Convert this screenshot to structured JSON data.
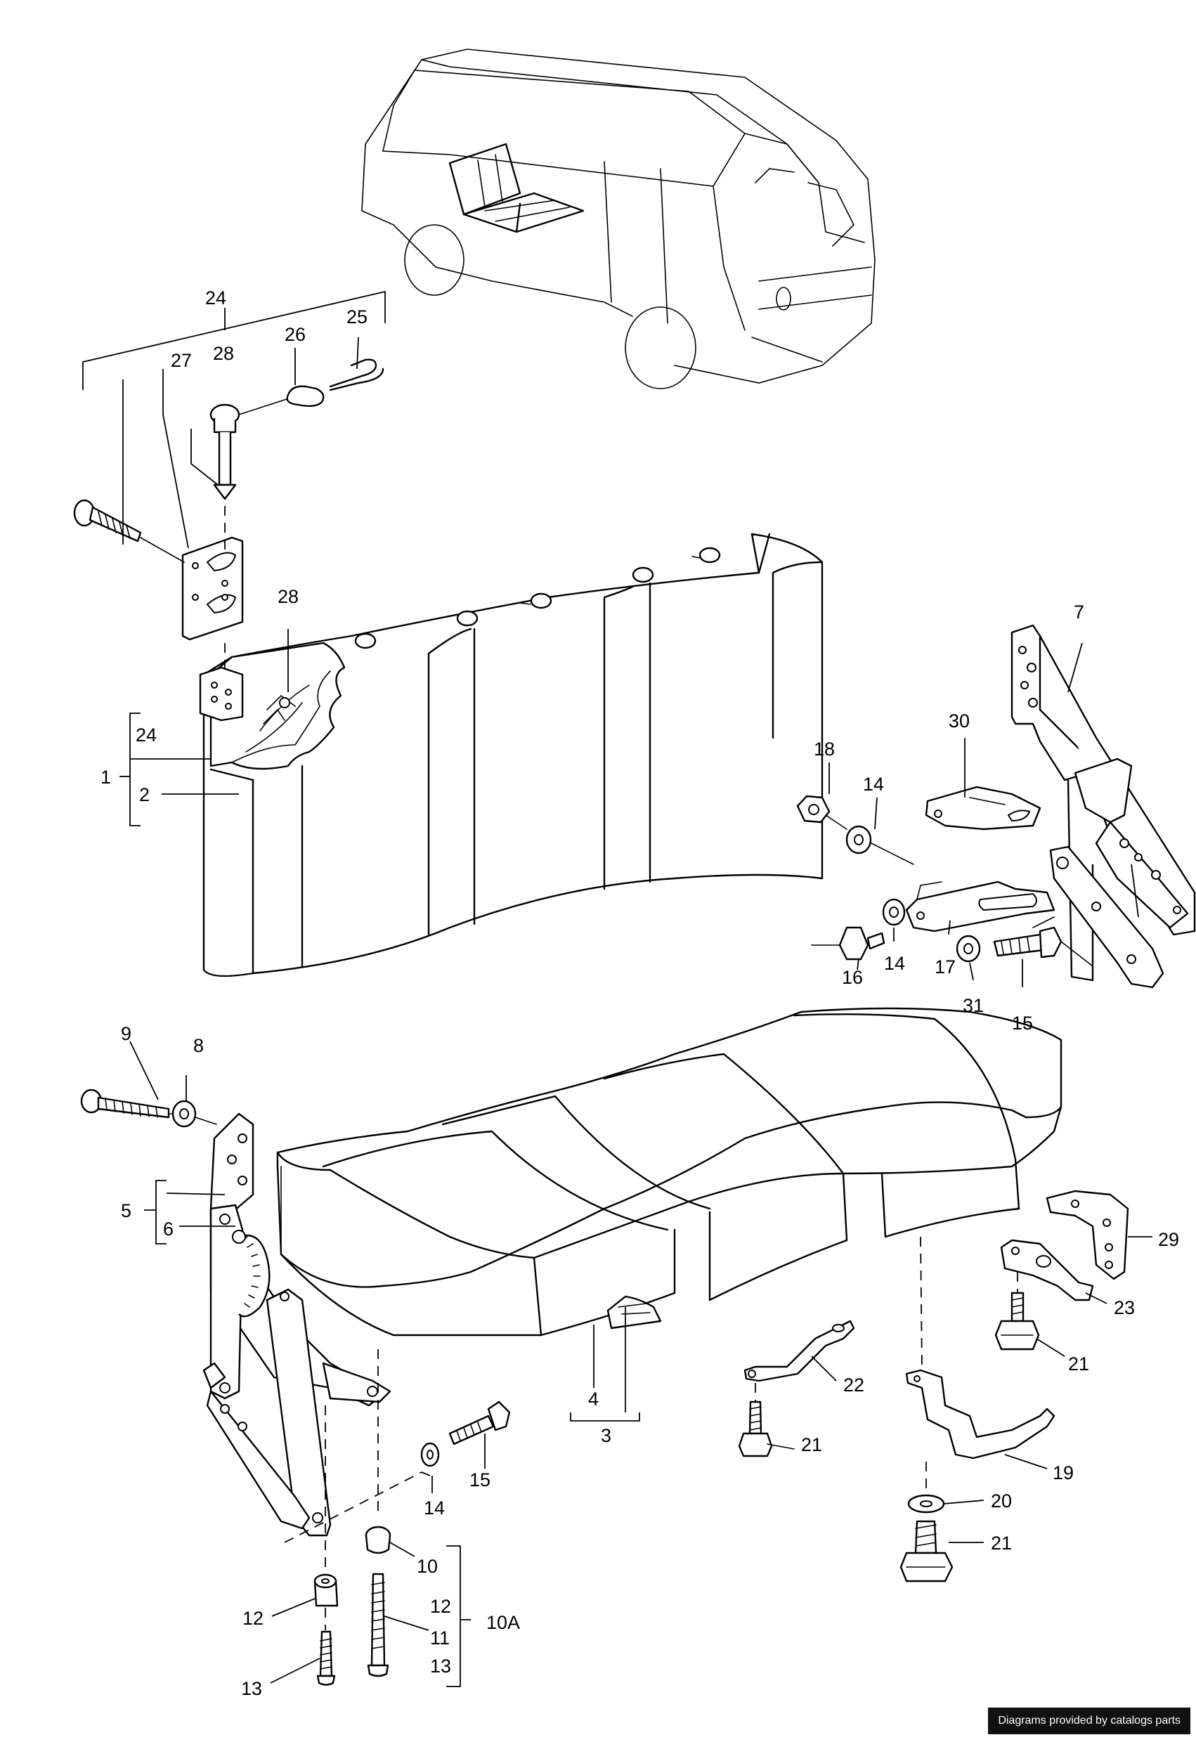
{
  "credit": "Diagrams provided by catalogs parts",
  "callouts": [
    {
      "id": "c24a",
      "text": "24"
    },
    {
      "id": "c25",
      "text": "25"
    },
    {
      "id": "c26",
      "text": "26"
    },
    {
      "id": "c27",
      "text": "27"
    },
    {
      "id": "c28a",
      "text": "28"
    },
    {
      "id": "c28b",
      "text": "28"
    },
    {
      "id": "c24b",
      "text": "24"
    },
    {
      "id": "c1",
      "text": "1"
    },
    {
      "id": "c2",
      "text": "2"
    },
    {
      "id": "c7",
      "text": "7"
    },
    {
      "id": "c30",
      "text": "30"
    },
    {
      "id": "c18",
      "text": "18"
    },
    {
      "id": "c14a",
      "text": "14"
    },
    {
      "id": "c14b",
      "text": "14"
    },
    {
      "id": "c16",
      "text": "16"
    },
    {
      "id": "c17",
      "text": "17"
    },
    {
      "id": "c31",
      "text": "31"
    },
    {
      "id": "c15a",
      "text": "15"
    },
    {
      "id": "c9",
      "text": "9"
    },
    {
      "id": "c8",
      "text": "8"
    },
    {
      "id": "c5",
      "text": "5"
    },
    {
      "id": "c6",
      "text": "6"
    },
    {
      "id": "c29",
      "text": "29"
    },
    {
      "id": "c23",
      "text": "23"
    },
    {
      "id": "c21a",
      "text": "21"
    },
    {
      "id": "c22",
      "text": "22"
    },
    {
      "id": "c21b",
      "text": "21"
    },
    {
      "id": "c19",
      "text": "19"
    },
    {
      "id": "c20",
      "text": "20"
    },
    {
      "id": "c21c",
      "text": "21"
    },
    {
      "id": "c4",
      "text": "4"
    },
    {
      "id": "c3",
      "text": "3"
    },
    {
      "id": "c15b",
      "text": "15"
    },
    {
      "id": "c14c",
      "text": "14"
    },
    {
      "id": "c10",
      "text": "10"
    },
    {
      "id": "c10A",
      "text": "10A"
    },
    {
      "id": "c12a",
      "text": "12"
    },
    {
      "id": "c12b",
      "text": "12"
    },
    {
      "id": "c11",
      "text": "11"
    },
    {
      "id": "c13a",
      "text": "13"
    },
    {
      "id": "c13b",
      "text": "13"
    }
  ]
}
